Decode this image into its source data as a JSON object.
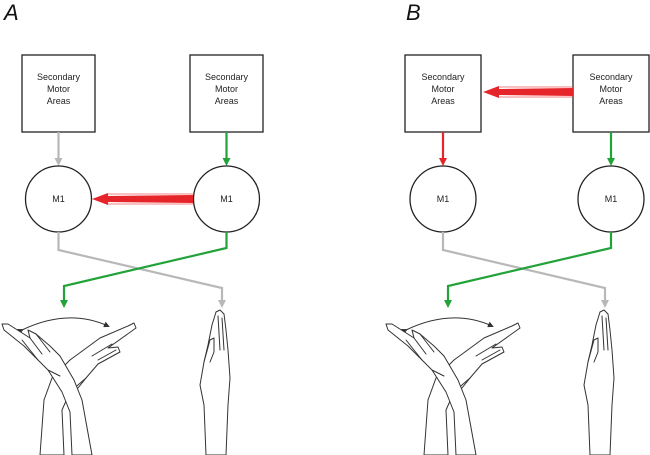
{
  "panels": [
    {
      "letter": "A",
      "left_box": [
        "Secondary",
        "Motor",
        "Areas"
      ],
      "right_box": [
        "Secondary",
        "Motor",
        "Areas"
      ],
      "left_circle": "M1",
      "right_circle": "M1",
      "red_arrow": "right M1 to left M1"
    },
    {
      "letter": "B",
      "left_box": [
        "Secondary",
        "Motor",
        "Areas"
      ],
      "right_box": [
        "Secondary",
        "Motor",
        "Areas"
      ],
      "left_circle": "M1",
      "right_circle": "M1",
      "red_arrow": "right secondary to left secondary"
    }
  ],
  "colors": {
    "green": "#22a33a",
    "gray": "#b8b8b8",
    "red": "#e5252a",
    "outline": "#222222"
  }
}
